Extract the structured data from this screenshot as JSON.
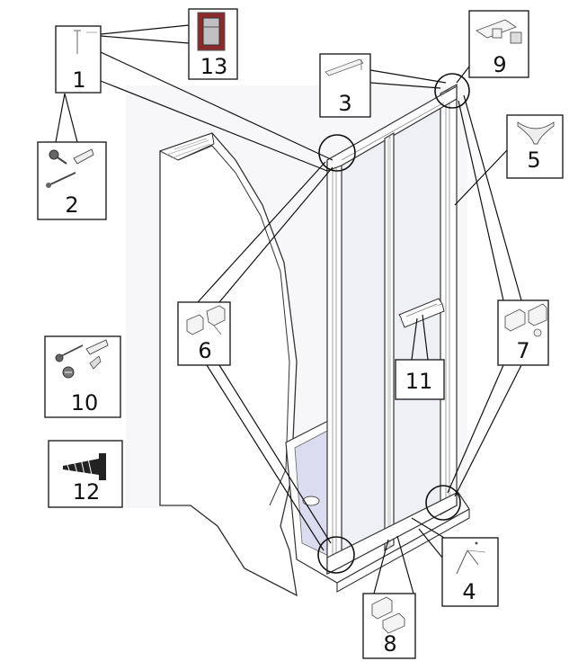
{
  "callouts": [
    {
      "id": "1",
      "label": "1"
    },
    {
      "id": "2",
      "label": "2"
    },
    {
      "id": "3",
      "label": "3"
    },
    {
      "id": "4",
      "label": "4"
    },
    {
      "id": "5",
      "label": "5"
    },
    {
      "id": "6",
      "label": "6"
    },
    {
      "id": "7",
      "label": "7"
    },
    {
      "id": "8",
      "label": "8"
    },
    {
      "id": "9",
      "label": "9"
    },
    {
      "id": "10",
      "label": "10"
    },
    {
      "id": "11",
      "label": "11"
    },
    {
      "id": "12",
      "label": "12"
    },
    {
      "id": "13",
      "label": "13"
    }
  ],
  "colors": {
    "line": "#111111",
    "tray": "#dcdcf0",
    "wall": "#ffffff",
    "panel": "#eef0f6",
    "part13": "#8a2a2a"
  }
}
